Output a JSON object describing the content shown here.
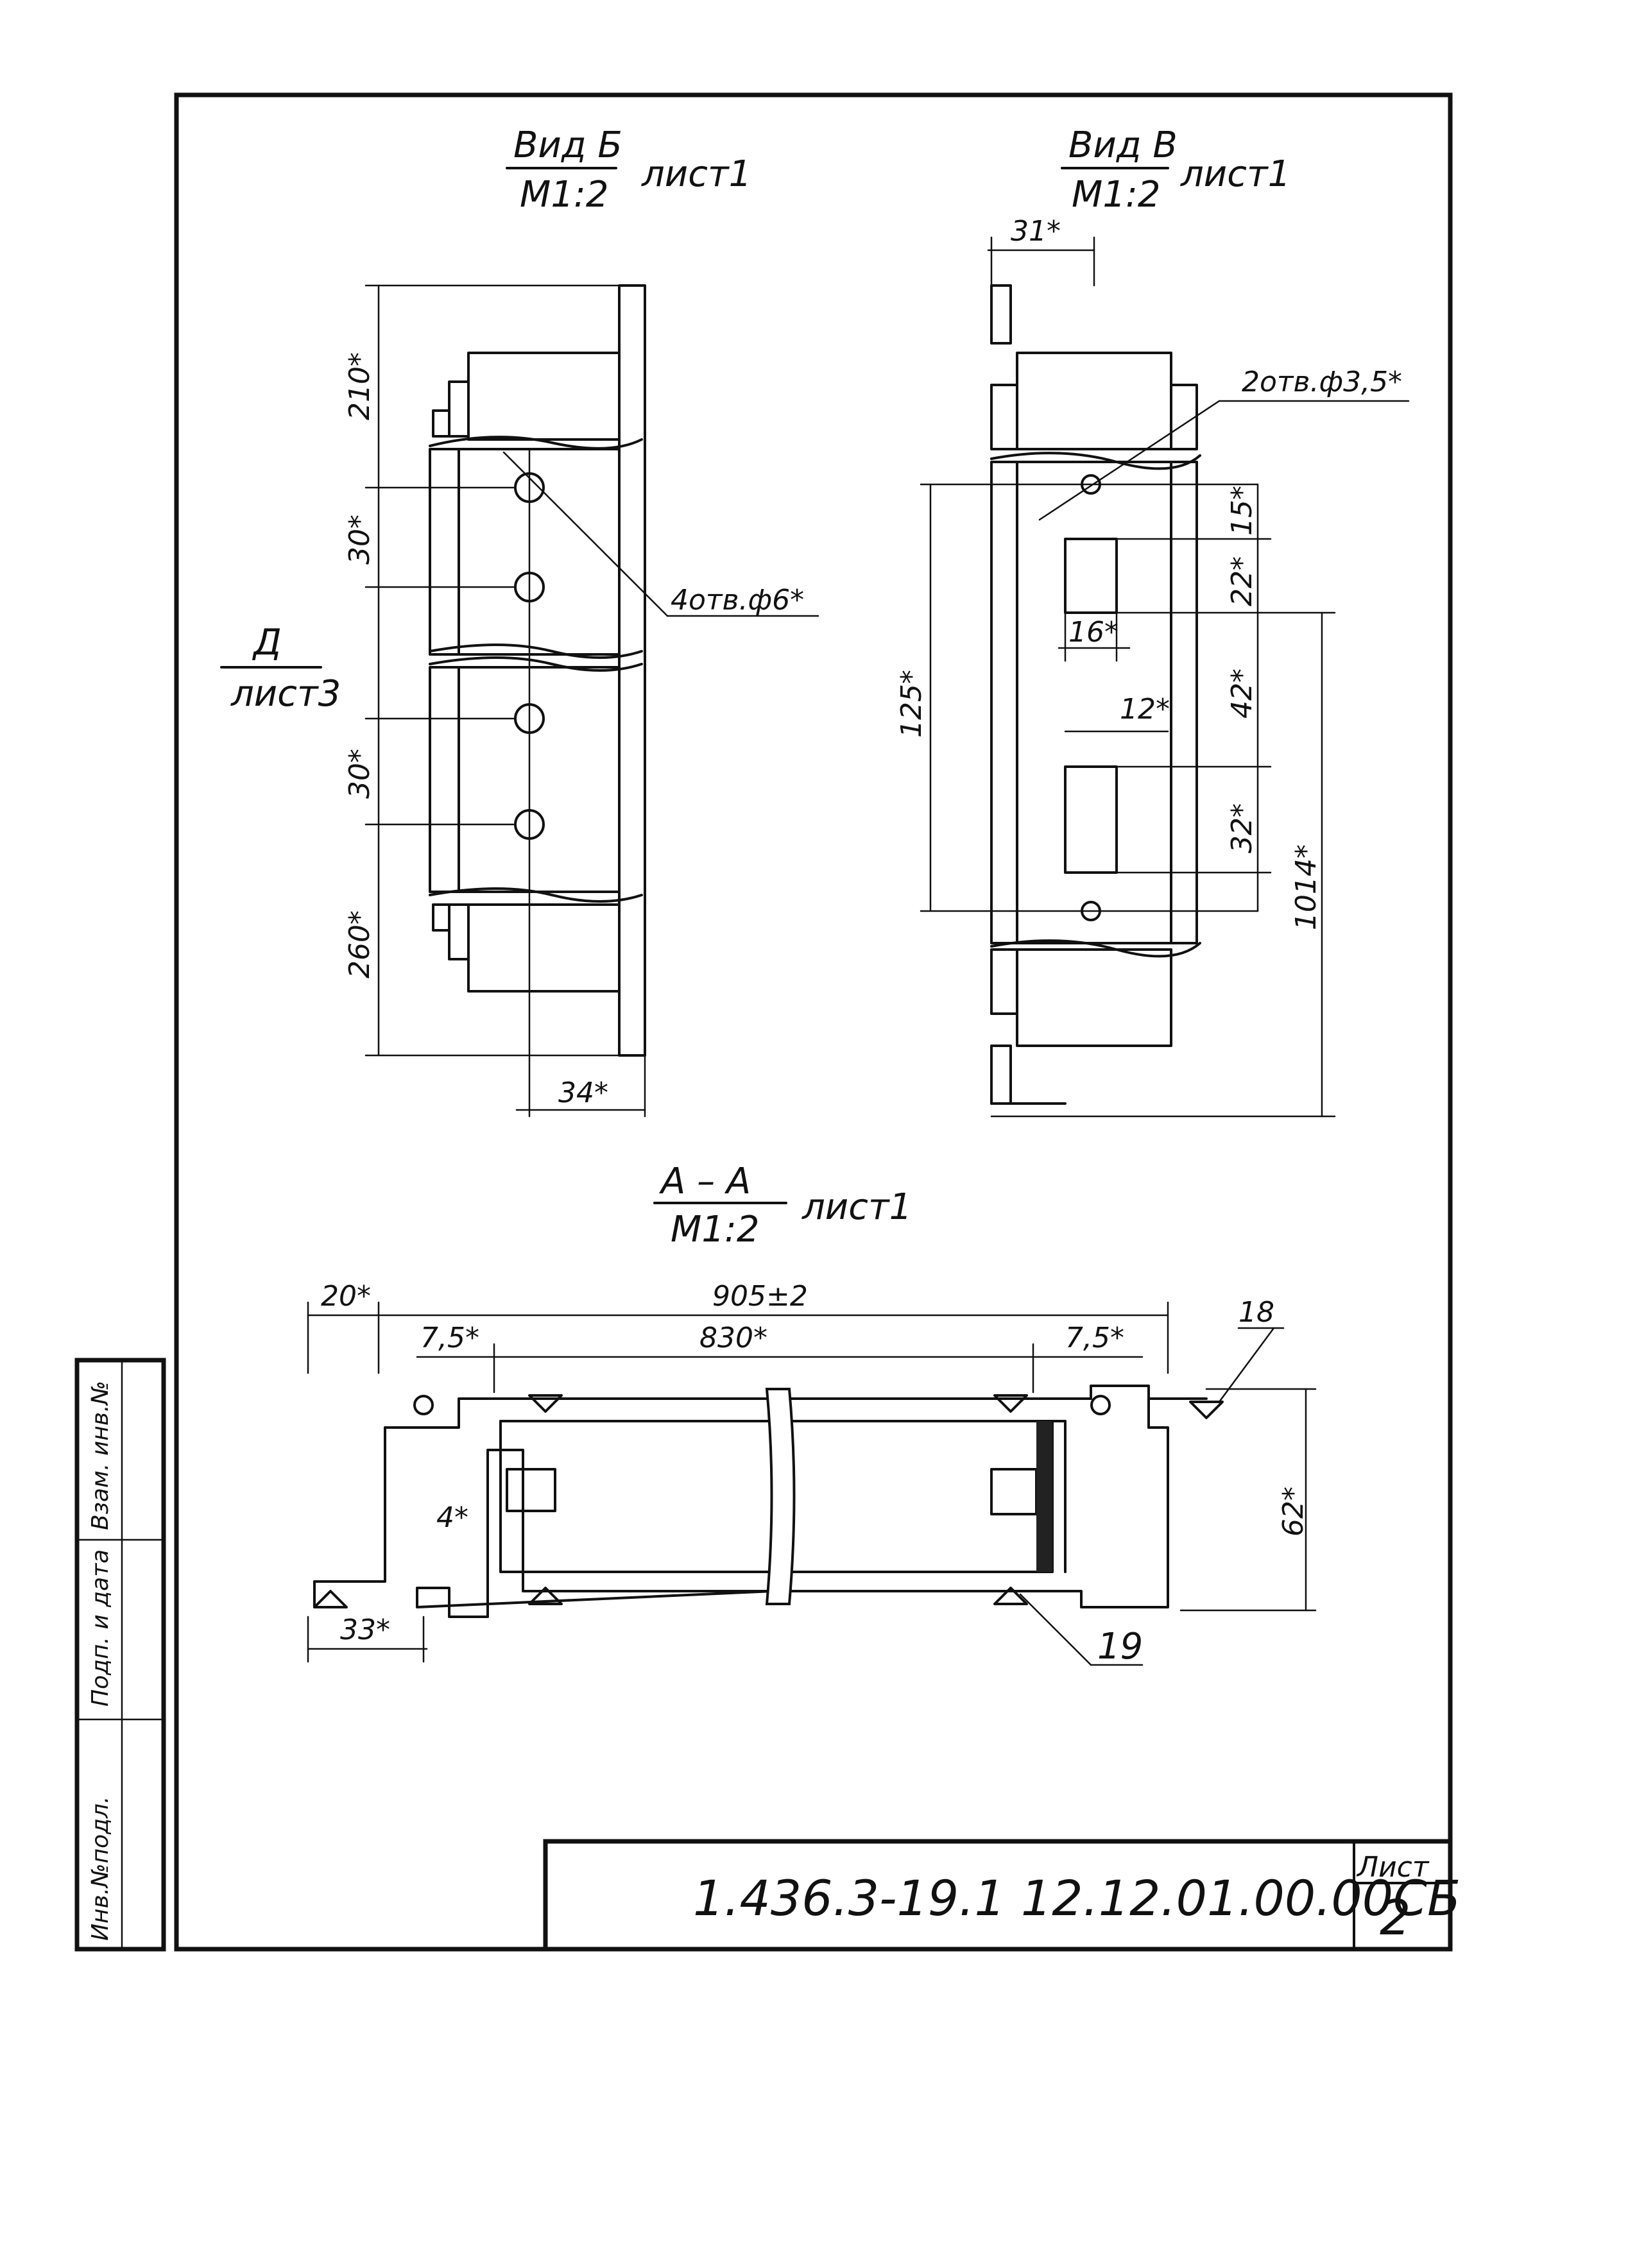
{
  "views": {
    "b": {
      "title": "Вид Б",
      "scale": "М1:2",
      "sheet": "лист1"
    },
    "v": {
      "title": "Вид В",
      "scale": "М1:2",
      "sheet": "лист1"
    },
    "aa": {
      "title": "А – А",
      "scale": "М1:2",
      "sheet": "лист1"
    }
  },
  "d_ref": {
    "letter": "Д",
    "sheet": "лист3"
  },
  "dims": {
    "b_210": "210*",
    "b_30a": "30*",
    "b_30b": "30*",
    "b_260": "260*",
    "b_34": "34*",
    "b_holes": "4отв.ф6*",
    "v_31": "31*",
    "v_holes": "2отв.ф3,5*",
    "v_15": "15*",
    "v_22": "22*",
    "v_16": "16*",
    "v_42": "42*",
    "v_12": "12*",
    "v_125": "125*",
    "v_32": "32*",
    "v_1014": "1014*",
    "a_20": "20*",
    "a_905": "905±2",
    "a_75l": "7,5*",
    "a_830": "830*",
    "a_75r": "7,5*",
    "a_18": "18",
    "a_62": "62*",
    "a_4": "4*",
    "a_33": "33*",
    "a_19": "19"
  },
  "stamp": {
    "code": "1.436.3-19.1  12.12.01.00.00СБ",
    "sheet_label": "Лист",
    "sheet_no": "2"
  },
  "margin": [
    "Инв.№подл.",
    "Подп. и дата",
    "Взам. инв.№"
  ]
}
